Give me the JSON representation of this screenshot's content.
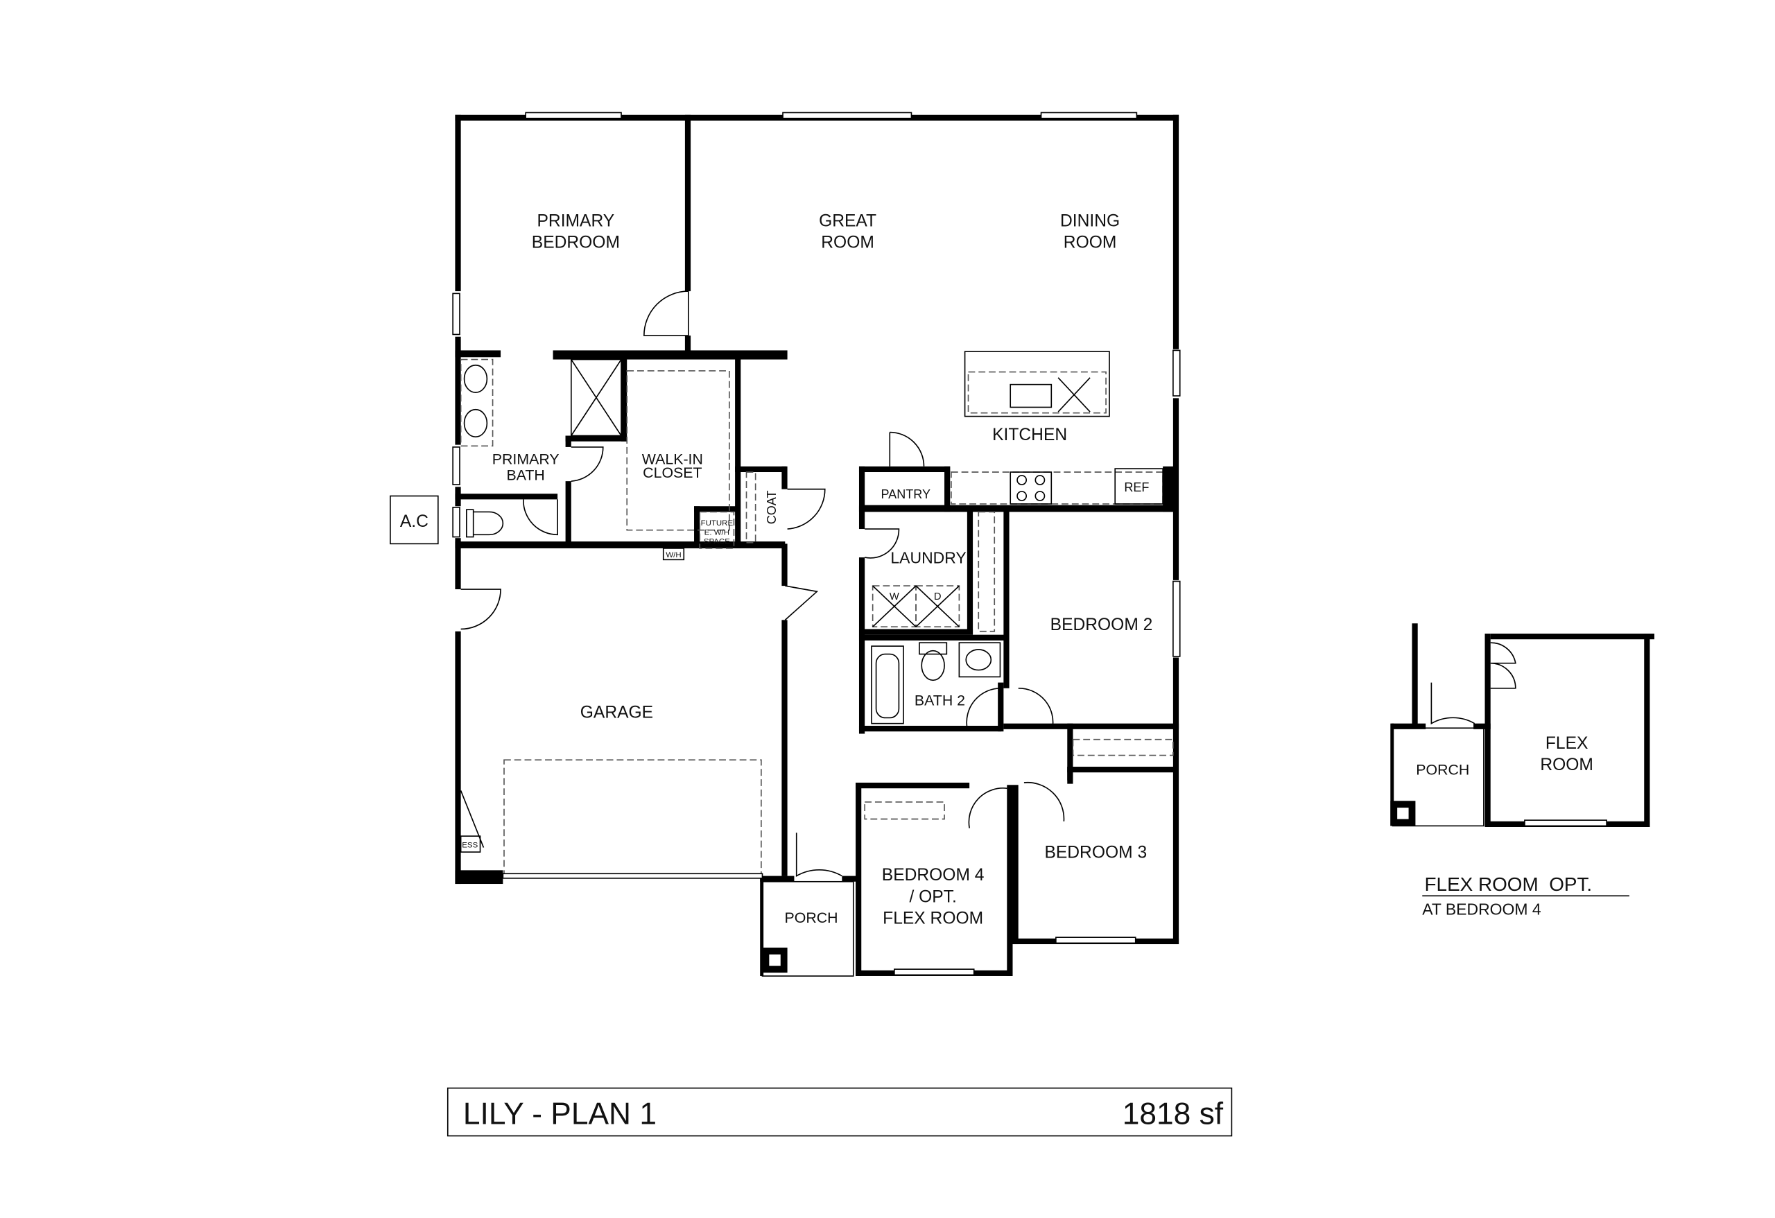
{
  "plan": {
    "name": "LILY - PLAN 1",
    "area": "1818 sf"
  },
  "rooms": {
    "primary_bedroom": [
      "PRIMARY",
      "BEDROOM"
    ],
    "great_room": [
      "GREAT",
      "ROOM"
    ],
    "dining_room": [
      "DINING",
      "ROOM"
    ],
    "kitchen": "KITCHEN",
    "primary_bath": [
      "PRIMARY",
      "BATH"
    ],
    "walk_in_closet": [
      "WALK-IN",
      "CLOSET"
    ],
    "pantry": "PANTRY",
    "ref": "REF",
    "coat": "COAT",
    "future_wh": [
      "FUTURE",
      "E. W/H",
      "SPACE"
    ],
    "wh": "W/H",
    "ac": "A.C",
    "laundry": "LAUNDRY",
    "washer": "W",
    "dryer": "D",
    "bedroom2": "BEDROOM 2",
    "bath2": "BATH 2",
    "garage": "GARAGE",
    "ess": "ESS",
    "porch": "PORCH",
    "bedroom4": [
      "BEDROOM 4",
      "/ OPT.",
      "FLEX ROOM"
    ],
    "bedroom3": "BEDROOM 3"
  },
  "option": {
    "porch": "PORCH",
    "flex_room": [
      "FLEX",
      "ROOM"
    ],
    "title": "FLEX ROOM  OPT.",
    "subtitle": "AT BEDROOM 4"
  }
}
